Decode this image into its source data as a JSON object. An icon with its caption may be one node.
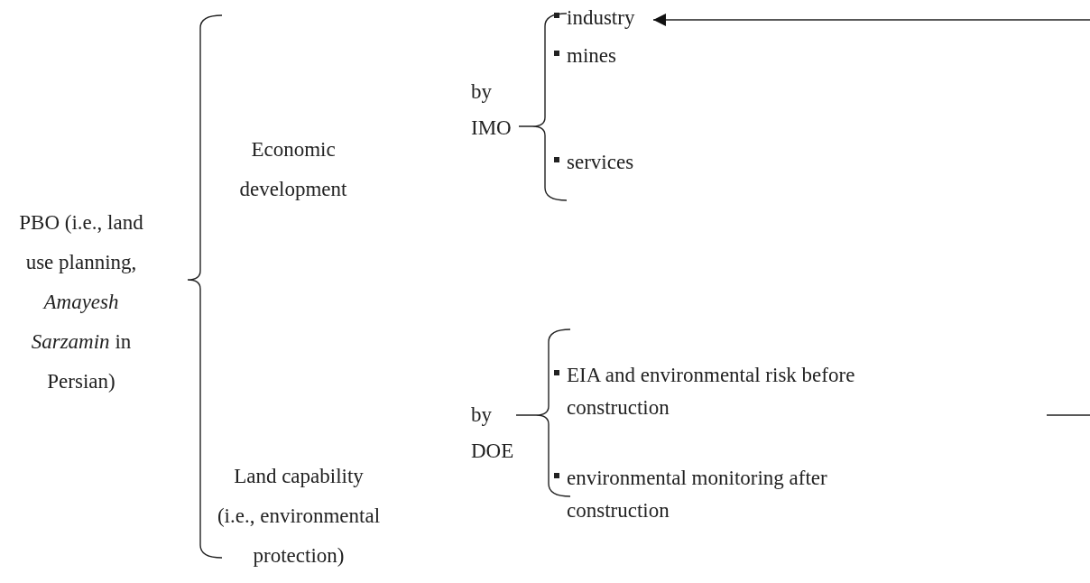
{
  "diagram": {
    "nodes": [
      {
        "text": [
          "PBO (i.e., land use planning, *Amayesh Sarzamin* in Persian)"
        ]
      },
      {
        "text": [
          "Economic development"
        ]
      },
      {
        "text": [
          "by IMO"
        ]
      },
      {
        "text": [
          "industry"
        ]
      },
      {
        "text": [
          "mines"
        ]
      },
      {
        "text": [
          "services"
        ]
      },
      {
        "text": [
          "Land capability (i.e., environmental protection)"
        ]
      },
      {
        "text": [
          "by DOE"
        ]
      },
      {
        "text": [
          "EIA and environmental risk before construction"
        ]
      },
      {
        "text": [
          "environmental monitoring after construction"
        ]
      }
    ],
    "edges": [
      {
        "from": null,
        "to": 3,
        "arrow": "to"
      }
    ]
  }
}
